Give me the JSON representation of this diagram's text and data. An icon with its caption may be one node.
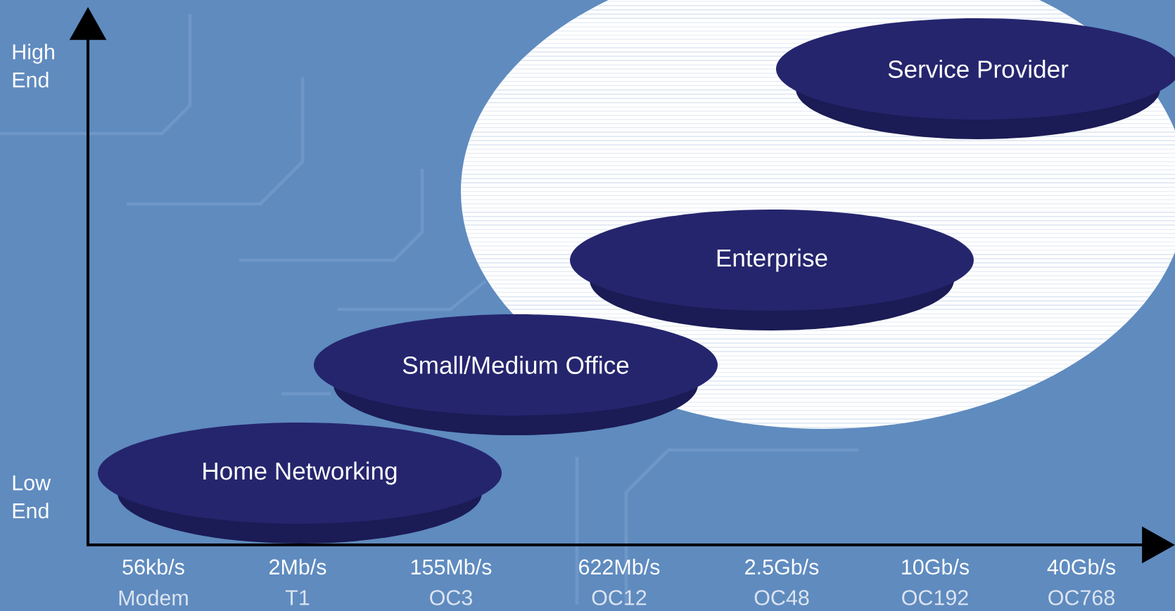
{
  "diagram": {
    "nodes": [
      {
        "text": [
          "Service Provider"
        ]
      },
      {
        "text": [
          "Enterprise"
        ]
      },
      {
        "text": [
          "Small/Medium Office"
        ]
      },
      {
        "text": [
          "Home Networking"
        ]
      }
    ],
    "labels": [
      "High End",
      "Low End",
      "56kb/s",
      "Modem",
      "2Mb/s",
      "T1",
      "155Mb/s",
      "OC3",
      "622Mb/s",
      "OC12",
      "2.5Gb/s",
      "OC48",
      "10Gb/s",
      "OC192",
      "40Gb/s",
      "OC768"
    ]
  }
}
